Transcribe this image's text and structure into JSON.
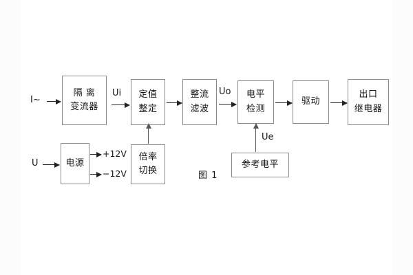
{
  "figure": {
    "caption": "图 1",
    "background_color": "#ffffff",
    "box_border_color": "#888888",
    "arrow_color": "#222222",
    "text_color": "#141414"
  },
  "inputs": [
    {
      "name": "current-input",
      "label": "I~"
    },
    {
      "name": "voltage-input",
      "label": "U"
    }
  ],
  "blocks": [
    {
      "id": "isolation-transformer",
      "lines": [
        "隔 离",
        "变流器"
      ]
    },
    {
      "id": "setting-value",
      "lines": [
        "定值",
        "整定"
      ]
    },
    {
      "id": "rectify-filter",
      "lines": [
        "整流",
        "滤波"
      ]
    },
    {
      "id": "level-detection",
      "lines": [
        "电平",
        "检测"
      ]
    },
    {
      "id": "drive",
      "lines": [
        "驱动"
      ]
    },
    {
      "id": "output-relay",
      "lines": [
        "出口",
        "继电器"
      ]
    },
    {
      "id": "power-supply",
      "lines": [
        "电源"
      ]
    },
    {
      "id": "multiplier-switch",
      "lines": [
        "倍率",
        "切换"
      ]
    },
    {
      "id": "reference-level",
      "lines": [
        "参考电平"
      ]
    }
  ],
  "signals": [
    {
      "id": "ui",
      "label": "Ui"
    },
    {
      "id": "uo",
      "label": "Uo"
    },
    {
      "id": "ue",
      "label": "Ue"
    }
  ],
  "power_rails": [
    {
      "id": "rail-positive",
      "label": "+12V"
    },
    {
      "id": "rail-negative",
      "label": "−12V"
    }
  ]
}
